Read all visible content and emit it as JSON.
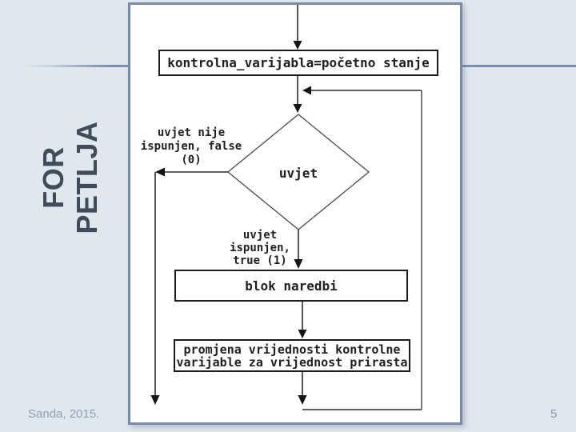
{
  "slide": {
    "title": "FOR PETLJA",
    "footer": "Sanda, 2015.",
    "page_number": "5"
  },
  "flowchart": {
    "box_init": "kontrolna_varijabla=početno stanje",
    "condition": "uvjet",
    "label_false": [
      "uvjet nije",
      "ispunjen, false",
      "(0)"
    ],
    "label_true": [
      "uvjet",
      "ispunjen,",
      "true (1)"
    ],
    "box_block": "blok naredbi",
    "box_increment": [
      "promjena vrijednosti kontrolne",
      "varijable za vrijednost prirasta"
    ]
  },
  "colors": {
    "background": "#dfe8ee",
    "panel_border": "#7b8aa6",
    "accent_line": "#7e8ead",
    "title_text": "#414b59",
    "footer_text": "#8da0b3",
    "flowchart_ink": "#1f1f1f"
  }
}
